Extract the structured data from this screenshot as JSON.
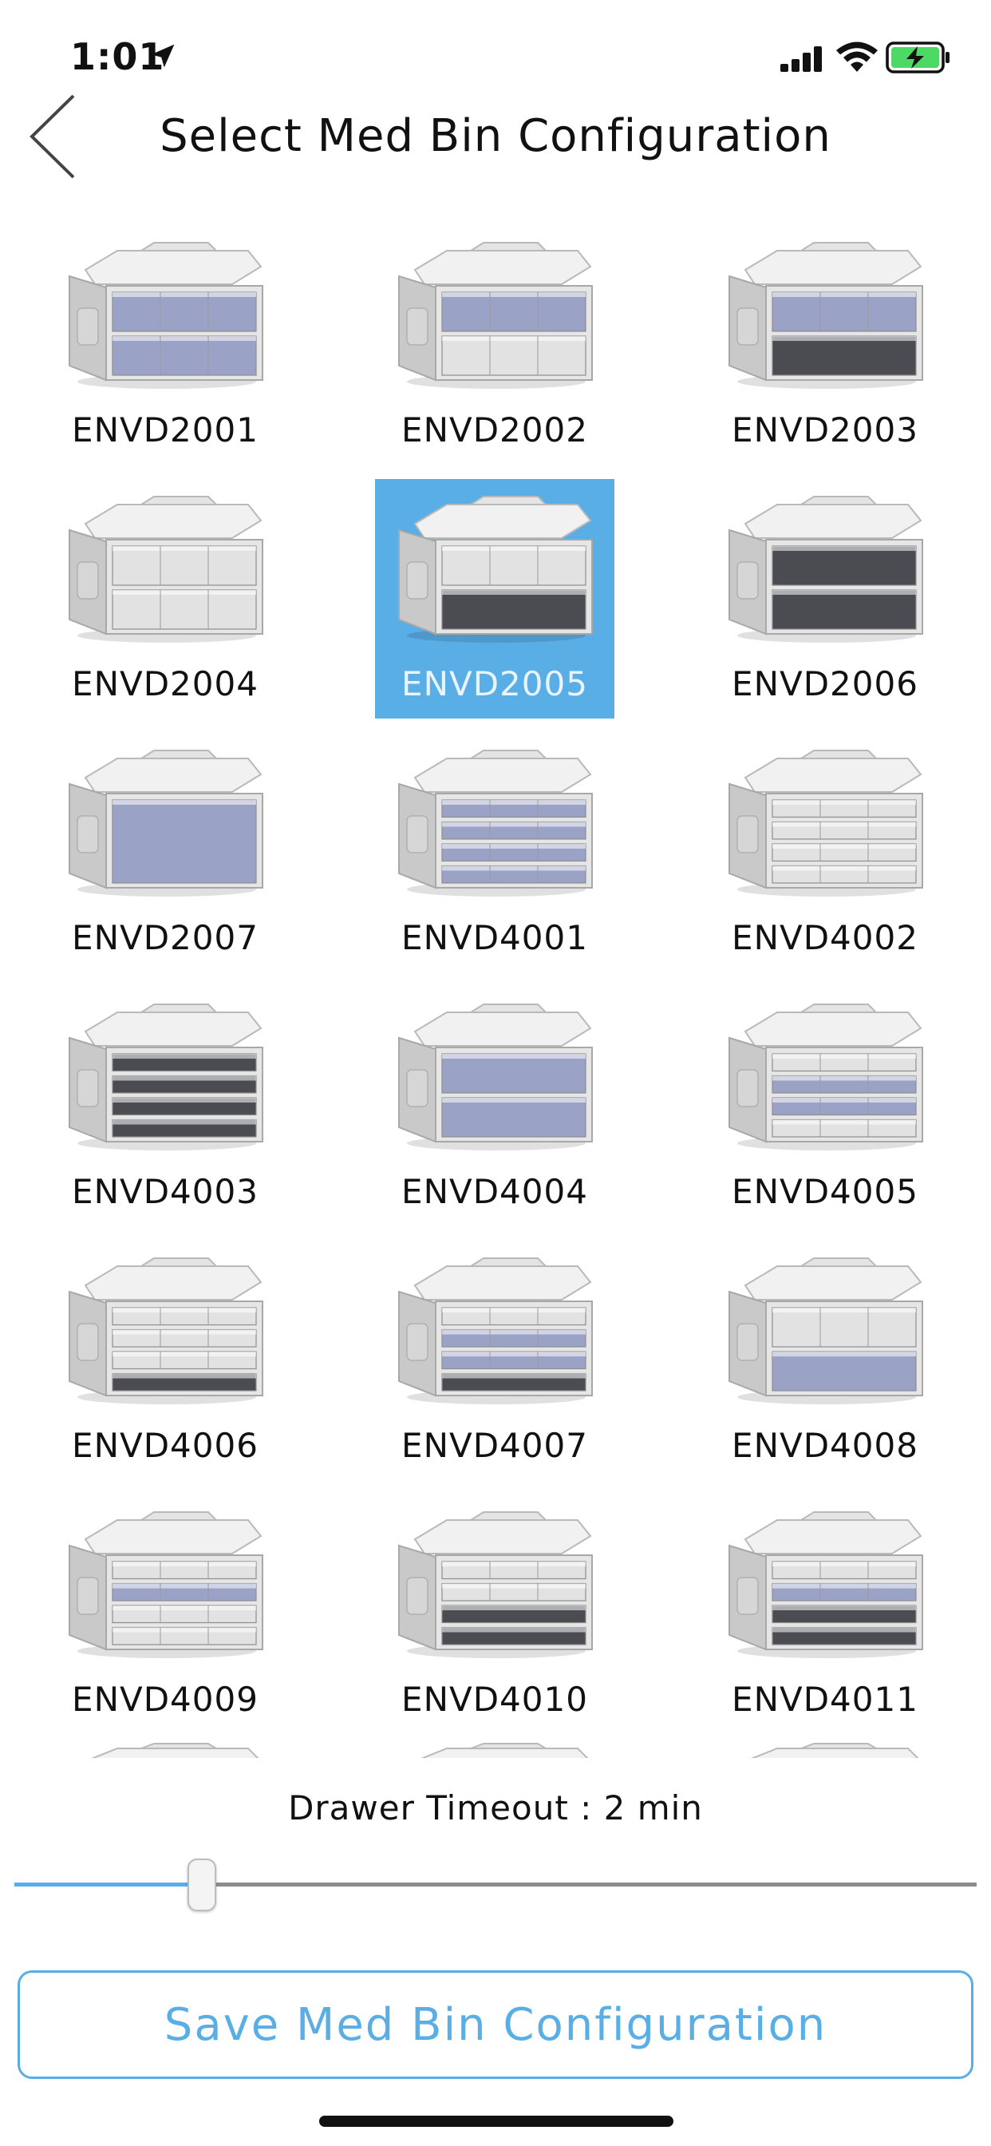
{
  "status_bar": {
    "time": "1:01"
  },
  "header": {
    "title": "Select Med Bin Configuration"
  },
  "bins": [
    {
      "label": "ENVD2001",
      "drawers": [
        "b",
        "b"
      ],
      "selected": false
    },
    {
      "label": "ENVD2002",
      "drawers": [
        "b",
        "w"
      ],
      "selected": false
    },
    {
      "label": "ENVD2003",
      "drawers": [
        "b",
        "d"
      ],
      "selected": false
    },
    {
      "label": "ENVD2004",
      "drawers": [
        "w",
        "w"
      ],
      "selected": false
    },
    {
      "label": "ENVD2005",
      "drawers": [
        "w",
        "d"
      ],
      "selected": true
    },
    {
      "label": "ENVD2006",
      "drawers": [
        "d",
        "d"
      ],
      "selected": false
    },
    {
      "label": "ENVD2007",
      "drawers": [
        "B"
      ],
      "selected": false
    },
    {
      "label": "ENVD4001",
      "drawers": [
        "b",
        "b",
        "b",
        "b"
      ],
      "selected": false
    },
    {
      "label": "ENVD4002",
      "drawers": [
        "w",
        "w",
        "w",
        "w"
      ],
      "selected": false
    },
    {
      "label": "ENVD4003",
      "drawers": [
        "d",
        "d",
        "d",
        "d"
      ],
      "selected": false
    },
    {
      "label": "ENVD4004",
      "drawers": [
        "B",
        "B"
      ],
      "selected": false
    },
    {
      "label": "ENVD4005",
      "drawers": [
        "w",
        "b",
        "b",
        "w"
      ],
      "selected": false
    },
    {
      "label": "ENVD4006",
      "drawers": [
        "w",
        "w",
        "w",
        "d"
      ],
      "selected": false
    },
    {
      "label": "ENVD4007",
      "drawers": [
        "w",
        "b",
        "b",
        "d"
      ],
      "selected": false
    },
    {
      "label": "ENVD4008",
      "drawers": [
        "w",
        "B"
      ],
      "selected": false
    },
    {
      "label": "ENVD4009",
      "drawers": [
        "w",
        "b",
        "w",
        "w"
      ],
      "selected": false
    },
    {
      "label": "ENVD4010",
      "drawers": [
        "w",
        "w",
        "d",
        "d"
      ],
      "selected": false
    },
    {
      "label": "ENVD4011",
      "drawers": [
        "w",
        "b",
        "d",
        "d"
      ],
      "selected": false
    }
  ],
  "timeout": {
    "label": "Drawer Timeout :  2 min",
    "slider_fraction": 0.195
  },
  "save_button": {
    "label": "Save Med Bin Configuration"
  },
  "colors": {
    "accent": "#5aaee6",
    "selected_bg": "#5aaee6",
    "drawer_blue": "#9aa3c6",
    "drawer_dark": "#4a4c52",
    "drawer_white": "#e2e2e2"
  }
}
